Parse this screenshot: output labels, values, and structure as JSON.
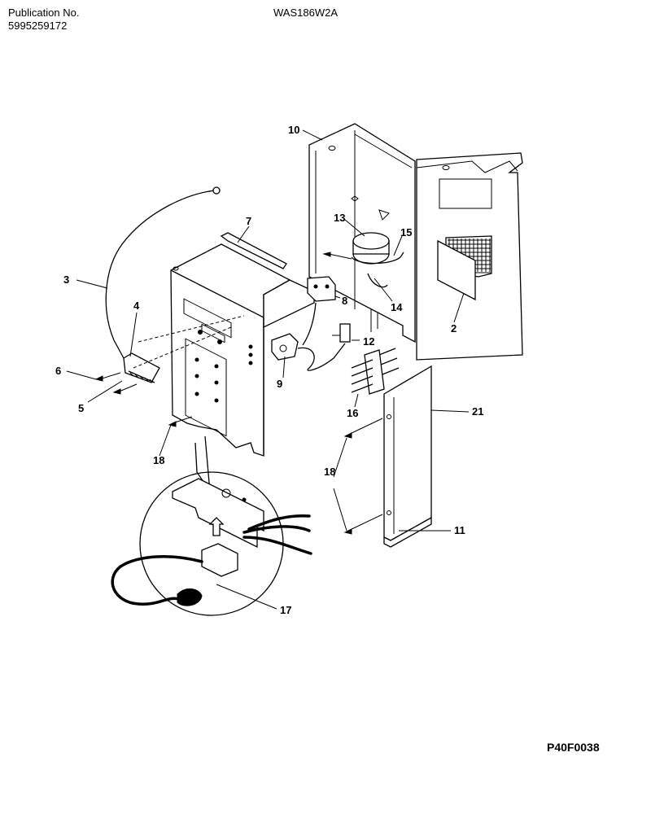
{
  "header": {
    "publication_label": "Publication No.",
    "publication_number": "5995259172",
    "model": "WAS186W2A"
  },
  "footer": {
    "diagram_code": "P40F0038"
  },
  "callouts": [
    "10",
    "7",
    "13",
    "15",
    "3",
    "4",
    "8",
    "14",
    "2",
    "6",
    "12",
    "5",
    "9",
    "16",
    "21",
    "18",
    "18",
    "11",
    "17"
  ]
}
